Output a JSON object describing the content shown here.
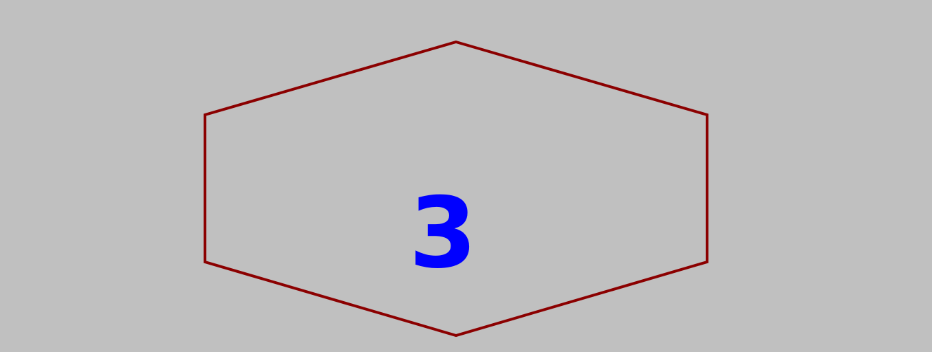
{
  "shape": {
    "kind": "hexagon",
    "stroke_color": "#8b0000",
    "fill": "none"
  },
  "label": {
    "text": "3",
    "color": "#0000ff"
  },
  "background_color": "#c0c0c0"
}
